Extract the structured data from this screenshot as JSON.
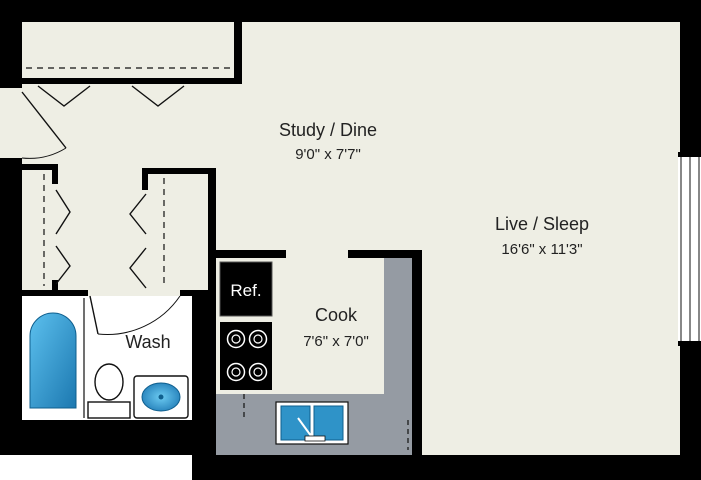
{
  "rooms": {
    "study_dine": {
      "name": "Study / Dine",
      "dimensions": "9'0\" x 7'7\""
    },
    "live_sleep": {
      "name": "Live / Sleep",
      "dimensions": "16'6\" x 11'3\""
    },
    "cook": {
      "name": "Cook",
      "dimensions": "7'6\" x 7'0\""
    },
    "wash": {
      "name": "Wash"
    }
  },
  "appliances": {
    "refrigerator_label": "Ref."
  },
  "colors": {
    "wall": "#000000",
    "floor": "#eeeee4",
    "counter": "#959ba3",
    "fixture_blue": "#2f93c8",
    "fixture_white": "#ffffff"
  }
}
